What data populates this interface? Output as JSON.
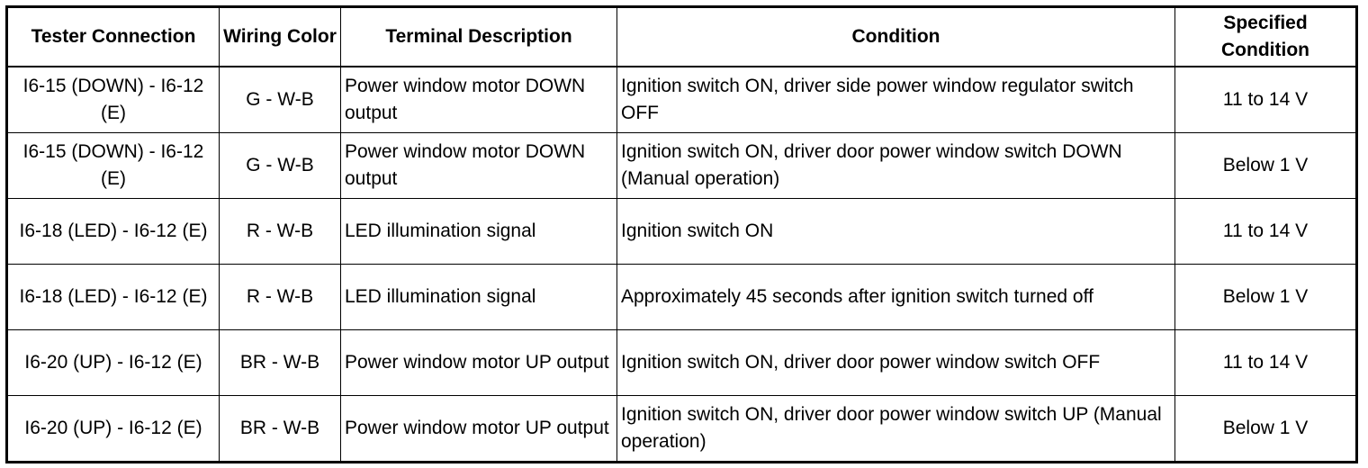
{
  "table": {
    "headers": [
      "Tester Connection",
      "Wiring Color",
      "Terminal Description",
      "Condition",
      "Specified Condition"
    ],
    "rows": [
      {
        "tester_connection": "I6-15 (DOWN) - I6-12 (E)",
        "wiring_color": "G - W-B",
        "terminal_description": "Power window motor DOWN output",
        "condition": "Ignition switch ON, driver side power window regulator switch OFF",
        "specified_condition": "11 to 14 V"
      },
      {
        "tester_connection": "I6-15 (DOWN) - I6-12 (E)",
        "wiring_color": "G - W-B",
        "terminal_description": "Power window motor DOWN output",
        "condition": "Ignition switch ON, driver door power window switch DOWN (Manual operation)",
        "specified_condition": "Below 1 V"
      },
      {
        "tester_connection": "I6-18 (LED) - I6-12 (E)",
        "wiring_color": "R - W-B",
        "terminal_description": "LED illumination signal",
        "condition": "Ignition switch ON",
        "specified_condition": "11 to 14 V"
      },
      {
        "tester_connection": "I6-18 (LED) - I6-12 (E)",
        "wiring_color": "R - W-B",
        "terminal_description": "LED illumination signal",
        "condition": "Approximately 45 seconds after ignition switch turned off",
        "specified_condition": "Below 1 V"
      },
      {
        "tester_connection": "I6-20 (UP) - I6-12 (E)",
        "wiring_color": "BR - W-B",
        "terminal_description": "Power window motor UP output",
        "condition": "Ignition switch ON, driver door power window switch OFF",
        "specified_condition": "11 to 14 V"
      },
      {
        "tester_connection": "I6-20 (UP) - I6-12 (E)",
        "wiring_color": "BR - W-B",
        "terminal_description": "Power window motor UP output",
        "condition": "Ignition switch ON, driver door power window switch UP (Manual operation)",
        "specified_condition": "Below 1 V"
      }
    ]
  }
}
